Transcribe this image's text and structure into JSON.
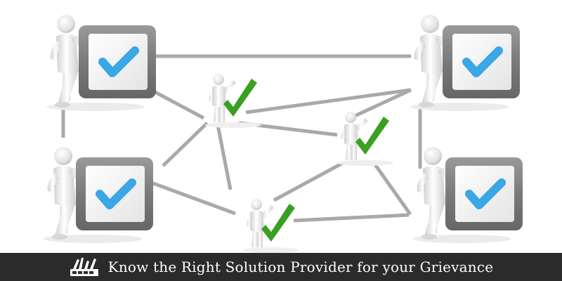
{
  "caption": {
    "text": "Know the Right Solution Provider for your Grievance",
    "icon": "tools-icon"
  },
  "figures": {
    "large": [
      "top-left",
      "top-right",
      "bottom-left",
      "bottom-right"
    ],
    "small": [
      "center-top",
      "center-right",
      "center-bottom"
    ]
  },
  "colors": {
    "caption_bar": "#2b2b2b",
    "caption_text": "#ffffff",
    "checkmark_blue": "#3aa7e6",
    "checkmark_green": "#3aa021",
    "connector_gray": "#a9a9a9",
    "figure_white": "#e6e6e6"
  }
}
